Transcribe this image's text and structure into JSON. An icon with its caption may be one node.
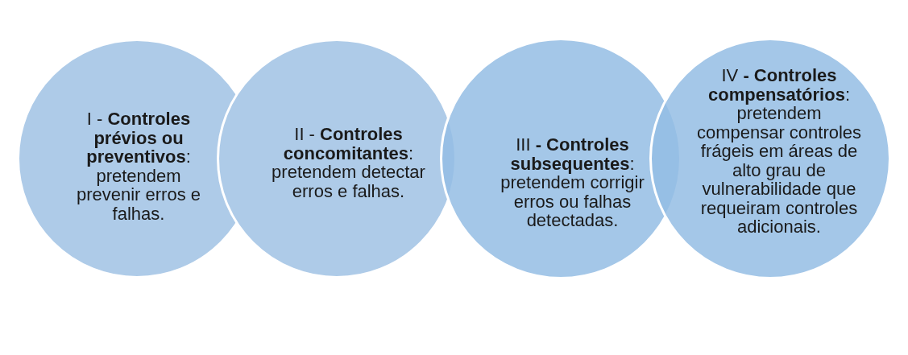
{
  "diagram": {
    "nodes": [
      {
        "text": [
          "I - **Controles prévios ou preventivos**: pretendem prevenir erros e falhas."
        ]
      },
      {
        "text": [
          "II - **Controles concomitantes**: pretendem detectar erros e falhas."
        ]
      },
      {
        "text": [
          "III **- Controles subsequentes**: pretendem corrigir erros ou falhas detectadas."
        ]
      },
      {
        "text": [
          "IV **- Controles compensatórios**: pretendem compensar controles frágeis em áreas de alto grau de vulnerabilidade que requeiram controles adicionais."
        ]
      }
    ]
  }
}
